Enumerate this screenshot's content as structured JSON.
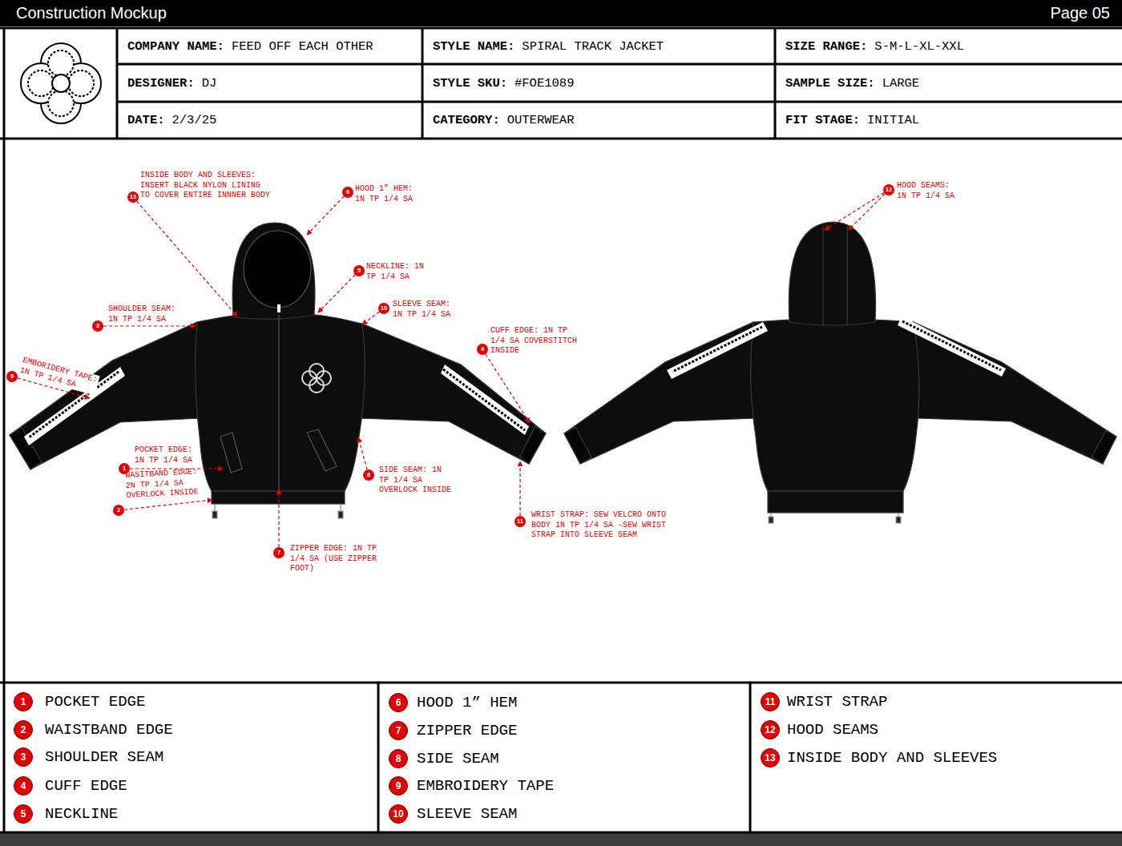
{
  "diagram": {
    "title": "Construction Mockup",
    "nodes": [
      {
        "text": [
          "13"
        ]
      },
      {
        "text": [
          "6"
        ]
      },
      {
        "text": [
          "12"
        ]
      },
      {
        "text": [
          "5"
        ]
      },
      {
        "text": [
          "10"
        ]
      },
      {
        "text": [
          "3"
        ]
      },
      {
        "text": [
          "4"
        ]
      },
      {
        "text": [
          "9"
        ]
      },
      {
        "text": [
          "1"
        ]
      },
      {
        "text": [
          "8"
        ]
      },
      {
        "text": [
          "2"
        ]
      },
      {
        "text": [
          "11"
        ]
      },
      {
        "text": [
          "7"
        ]
      },
      {
        "text": [
          "1"
        ]
      },
      {
        "text": [
          "2"
        ]
      },
      {
        "text": [
          "3"
        ]
      },
      {
        "text": [
          "4"
        ]
      },
      {
        "text": [
          "5"
        ]
      },
      {
        "text": [
          "6"
        ]
      },
      {
        "text": [
          "7"
        ]
      },
      {
        "text": [
          "8"
        ]
      },
      {
        "text": [
          "9"
        ]
      },
      {
        "text": [
          "10"
        ]
      },
      {
        "text": [
          "11"
        ]
      },
      {
        "text": [
          "12"
        ]
      },
      {
        "text": [
          "13"
        ]
      }
    ],
    "labels": [
      "Page 05",
      "COMPANY NAME:",
      "FEED OFF EACH OTHER",
      "STYLE NAME:",
      "SPIRAL TRACK JACKET",
      "SIZE RANGE:",
      "S-M-L-XL-XXL",
      "DESIGNER:",
      "DJ",
      "STYLE SKU:",
      "#FOE1089",
      "SAMPLE SIZE:",
      "LARGE",
      "DATE:",
      "2/3/25",
      "CATEGORY:",
      "OUTERWEAR",
      "FIT STAGE:",
      "INITIAL",
      "INSIDE BODY AND SLEEVES: INSERT BLACK NYLON LINING TO COVER ENTIRE INNNER BODY",
      "HOOD 1” HEM: 1N TP 1/4 SA",
      "HOOD SEAMS: 1N TP 1/4 SA",
      "NECKLINE: 1N TP 1/4 SA",
      "SLEEVE SEAM: 1N TP 1/4 SA",
      "SHOULDER SEAM: 1N TP 1/4 SA",
      "CUFF EDGE: 1N TP 1/4 SA COVERSTITCH INSIDE",
      "EMBORIDERY TAPE: 1N TP 1/4 SA",
      "POCKET EDGE: 1N TP 1/4 SA",
      "SIDE SEAM: 1N TP 1/4 SA OVERLOCK INSIDE",
      "WASITBAND EDGE: 2N TP 1/4 SA OVERLOCK INSIDE",
      "WRIST STRAP: SEW VELCRO ONTO BODY 1N TP 1/4 SA -SEW WRIST STRAP INTO SLEEVE SEAM",
      "ZIPPER EDGE: 1N TP 1/4 SA (USE ZIPPER FOOT)"
    ],
    "legend": [
      {
        "text": "POCKET EDGE"
      },
      {
        "text": "WAISTBAND EDGE"
      },
      {
        "text": "SHOULDER SEAM"
      },
      {
        "text": "CUFF EDGE"
      },
      {
        "text": "NECKLINE"
      },
      {
        "text": "HOOD 1” HEM"
      },
      {
        "text": "ZIPPER EDGE"
      },
      {
        "text": "SIDE SEAM"
      },
      {
        "text": "EMBROIDERY TAPE"
      },
      {
        "text": "SLEEVE SEAM"
      },
      {
        "text": "WRIST STRAP"
      },
      {
        "text": "HOOD SEAMS"
      },
      {
        "text": "INSIDE BODY AND SLEEVES"
      }
    ]
  }
}
